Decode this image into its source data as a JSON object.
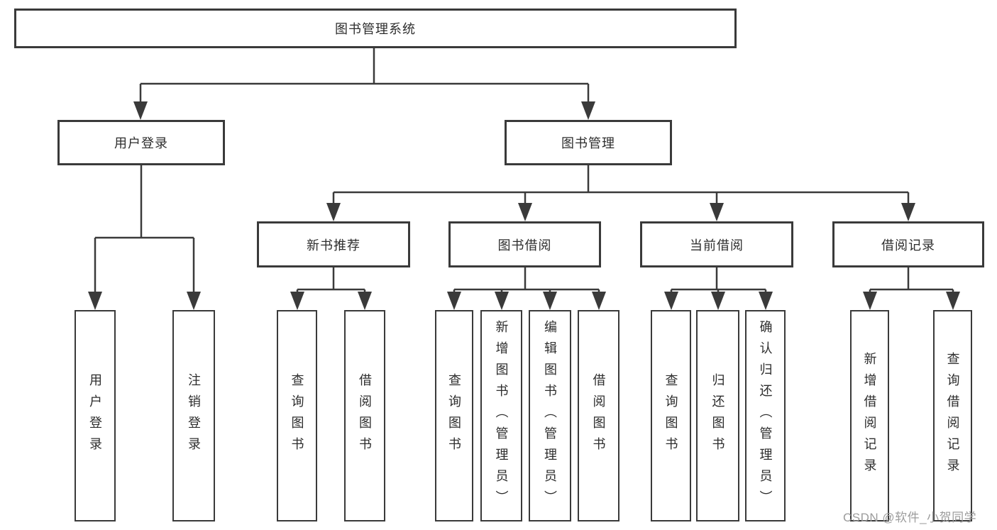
{
  "colors": {
    "line": "#3a3a3a",
    "text": "#2d2d2d",
    "background": "#ffffff",
    "watermark_color": "#9c9c9c"
  },
  "watermark": "CSDN @软件_小贺同学",
  "tree": {
    "root": "图书管理系统",
    "branches": [
      {
        "label": "用户登录",
        "children": [
          "用户登录",
          "注销登录"
        ]
      },
      {
        "label": "图书管理",
        "groups": [
          {
            "label": "新书推荐",
            "children": [
              "查询图书",
              "借阅图书"
            ]
          },
          {
            "label": "图书借阅",
            "children": [
              "查询图书",
              "新增图书（管理员）",
              "编辑图书（管理员）",
              "借阅图书"
            ]
          },
          {
            "label": "当前借阅",
            "children": [
              "查询图书",
              "归还图书",
              "确认归还（管理员）"
            ]
          },
          {
            "label": "借阅记录",
            "children": [
              "新增借阅记录",
              "查询借阅记录"
            ]
          }
        ]
      }
    ]
  }
}
